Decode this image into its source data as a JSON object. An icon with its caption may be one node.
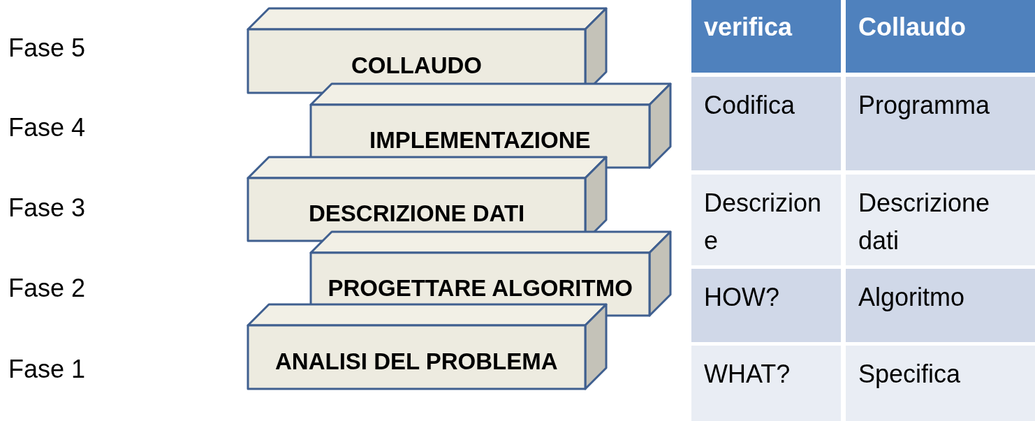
{
  "diagram": {
    "nodes": [
      {
        "text": [
          "COLLAUDO"
        ]
      },
      {
        "text": [
          "IMPLEMENTAZIONE"
        ]
      },
      {
        "text": [
          "DESCRIZIONE DATI"
        ]
      },
      {
        "text": [
          "PROGETTARE ALGORITMO"
        ]
      },
      {
        "text": [
          "ANALISI DEL PROBLEMA"
        ]
      }
    ],
    "edges": [],
    "labels": [
      "Fase 5",
      "Fase 4",
      "Fase 3",
      "Fase 2",
      "Fase 1",
      "verifica",
      "Collaudo",
      "Codifica",
      "Programma",
      "Descrizione",
      "Descrizione dati",
      "HOW?",
      "Algoritmo",
      "WHAT?",
      "Specifica"
    ]
  }
}
